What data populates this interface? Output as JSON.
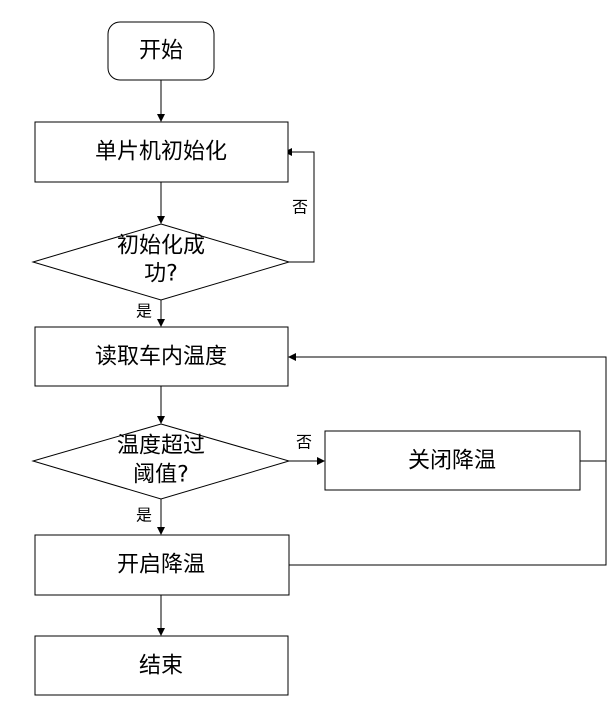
{
  "nodes": {
    "start": "开始",
    "mcu_init": "单片机初始化",
    "init_check_line1": "初始化成",
    "init_check_line2": "功?",
    "read_temp": "读取车内温度",
    "threshold_check_line1": "温度超过",
    "threshold_check_line2": "阈值?",
    "cooling_off": "关闭降温",
    "cooling_on": "开启降温",
    "end": "结束"
  },
  "edge_labels": {
    "init_no": "否",
    "init_yes": "是",
    "threshold_no": "否",
    "threshold_yes": "是"
  }
}
